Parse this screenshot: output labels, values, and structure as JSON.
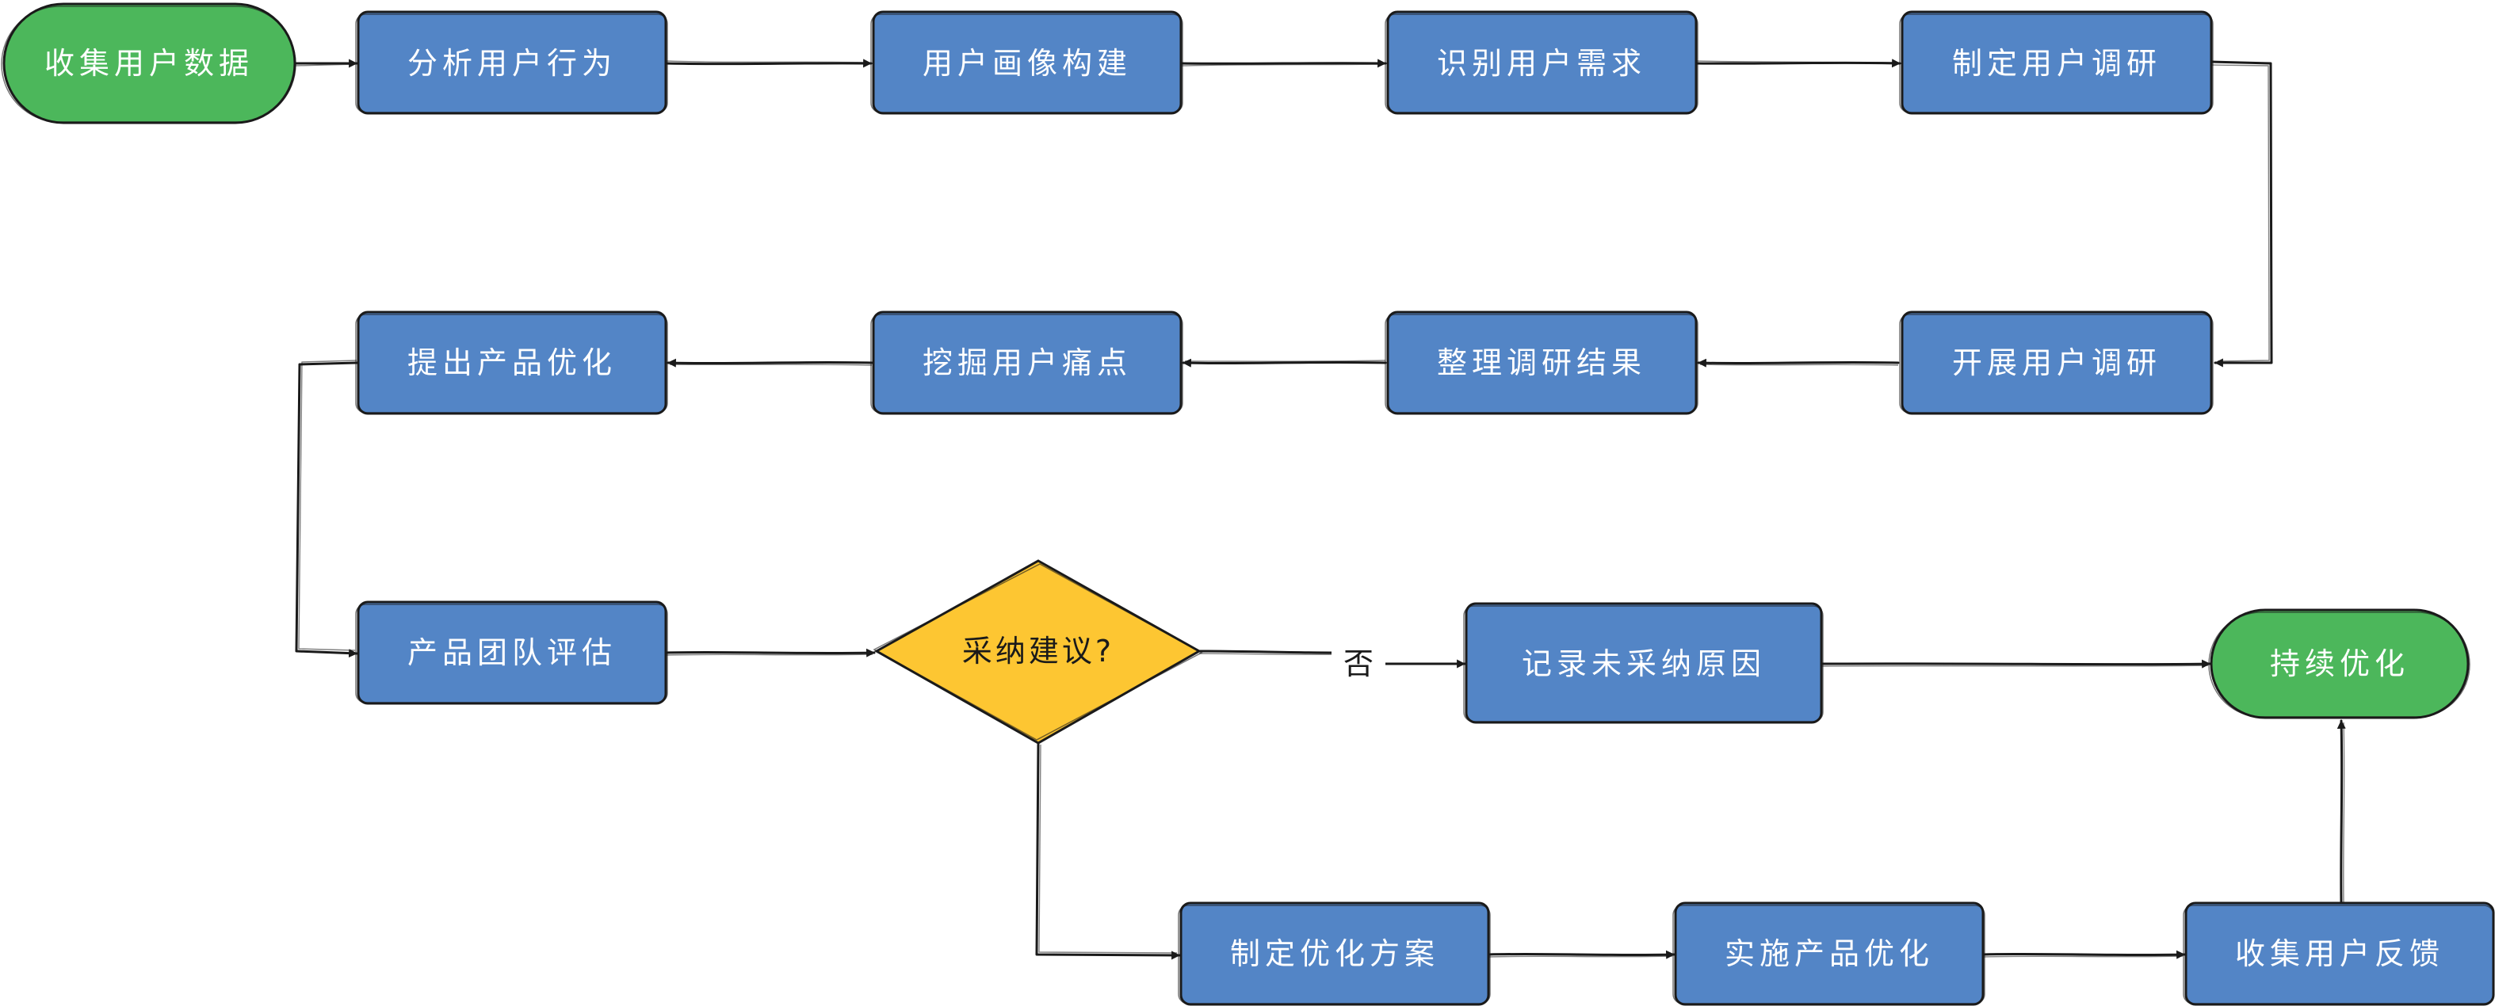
{
  "colors": {
    "process": "#5385c6",
    "terminal": "#4cb75b",
    "decision": "#fdc632",
    "stroke": "#1a1a1a",
    "text_light": "#ffffff",
    "text_dark": "#1a1a1a"
  },
  "nodes": {
    "collect_data": "收集用户数据",
    "analyze_behavior": "分析用户行为",
    "build_persona": "用户画像构建",
    "identify_needs": "识别用户需求",
    "plan_research": "制定用户调研",
    "conduct_research": "开展用户调研",
    "organize_results": "整理调研结果",
    "mine_pain_points": "挖掘用户痛点",
    "propose_optimization": "提出产品优化",
    "team_evaluation": "产品团队评估",
    "adopt_decision": "采纳建议?",
    "record_reason": "记录未采纳原因",
    "continuous_optimization": "持续优化",
    "make_plan": "制定优化方案",
    "implement": "实施产品优化",
    "collect_feedback": "收集用户反馈"
  },
  "edge_labels": {
    "no": "否"
  }
}
